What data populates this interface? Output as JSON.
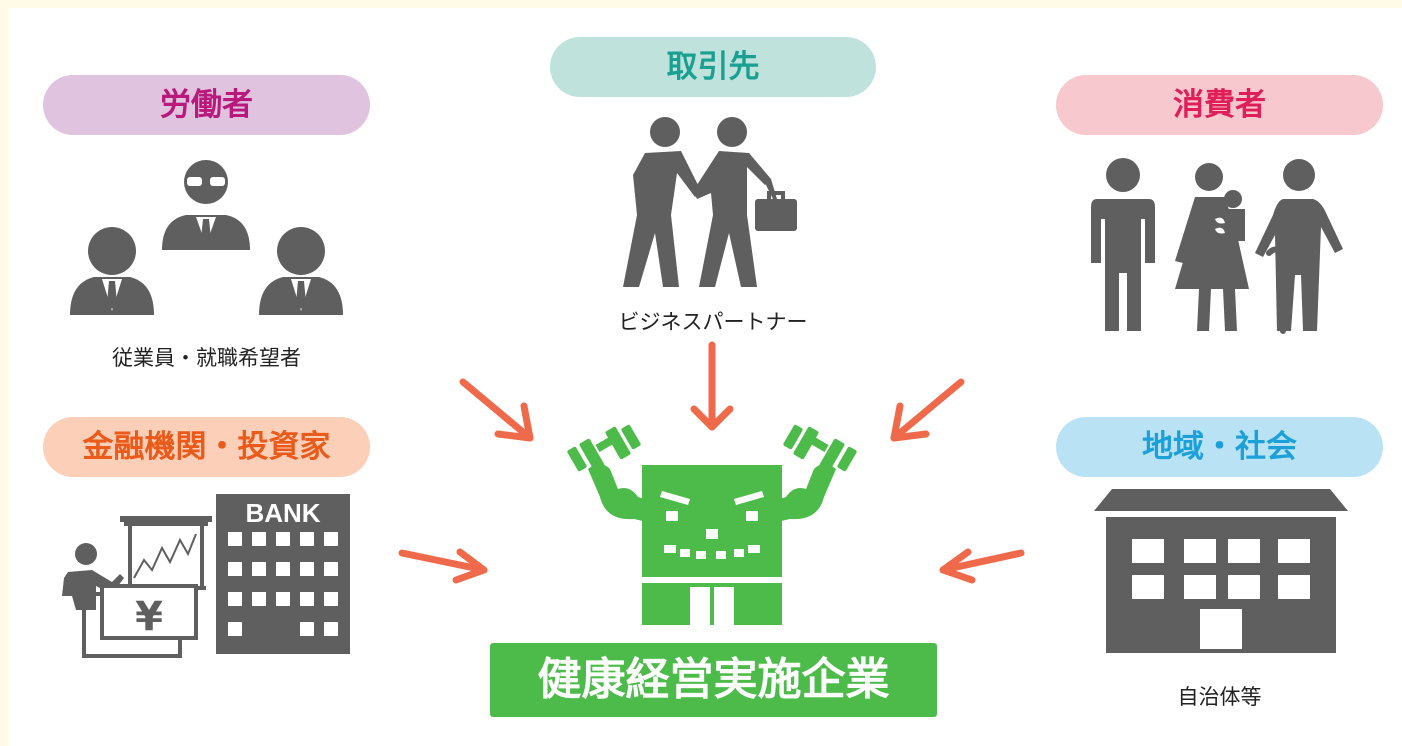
{
  "stakeholders": {
    "workers": {
      "title": "労働者",
      "caption": "従業員・就職希望者",
      "icon": "workers-icon",
      "pill_bg": "#dfc3df",
      "title_color": "#b8197a"
    },
    "partners": {
      "title": "取引先",
      "caption": "ビジネスパートナー",
      "icon": "handshake-icon",
      "pill_bg": "#bfe3dc",
      "title_color": "#19a090"
    },
    "consumers": {
      "title": "消費者",
      "caption": "",
      "icon": "family-icon",
      "pill_bg": "#f7c8ce",
      "title_color": "#e01f5a"
    },
    "finance": {
      "title": "金融機関・投資家",
      "caption": "",
      "icon": "bank-investor-icon",
      "pill_bg": "#fcd0b8",
      "title_color": "#ea5a1a",
      "bank_sign": "BANK",
      "currency_sign": "¥"
    },
    "community": {
      "title": "地域・社会",
      "caption": "自治体等",
      "icon": "government-building-icon",
      "pill_bg": "#b9e3f5",
      "title_color": "#1ba0d8"
    }
  },
  "center": {
    "label": "健康経営実施企業",
    "icon": "muscular-building-icon",
    "color": "#4dbb4a"
  },
  "arrow_color": "#ef6a4b",
  "icon_color": "#5f5f5f"
}
